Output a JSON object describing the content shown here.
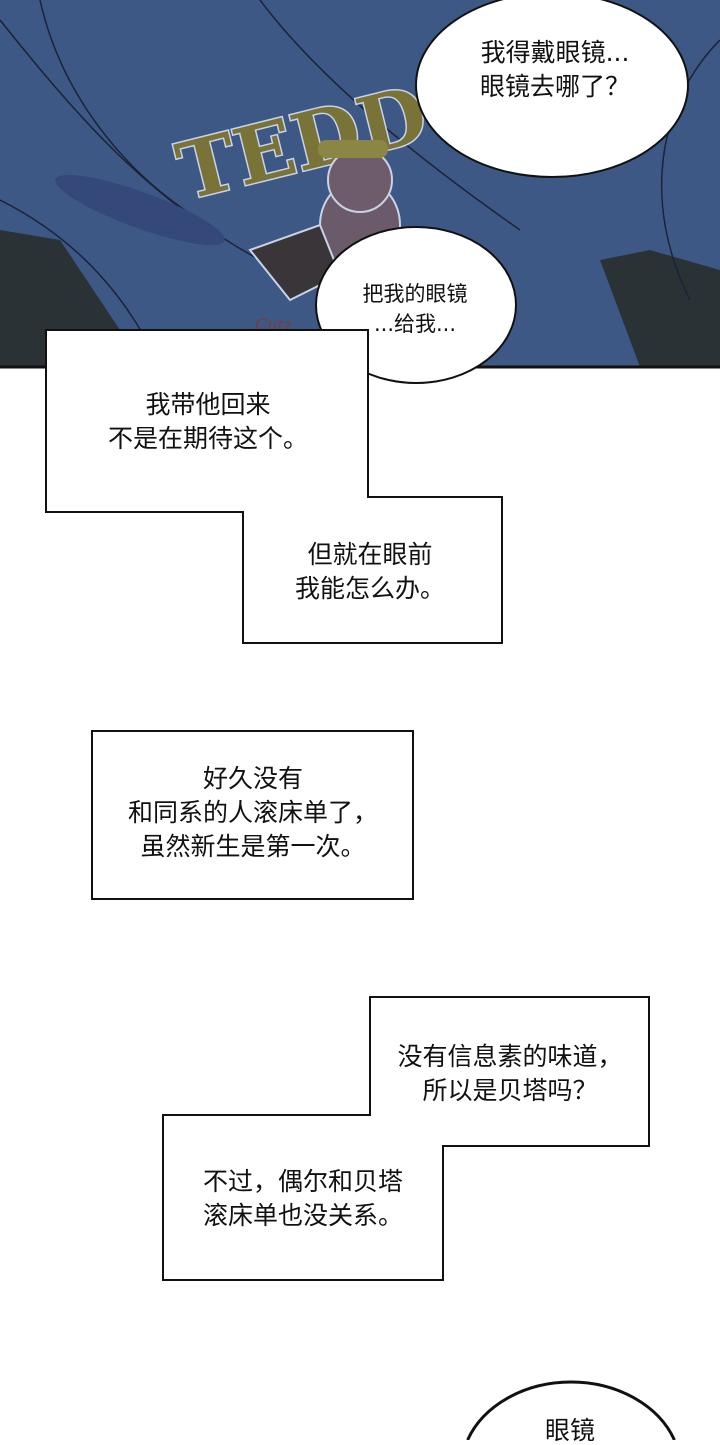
{
  "panel_top": {
    "shirt_lettering": "TEDDY",
    "signature_lettering": "Cutz",
    "bubble_1": {
      "lines": [
        "我得戴眼镜...",
        "眼镜去哪了？"
      ]
    },
    "bubble_2": {
      "lines": [
        "把我的眼镜",
        "...给我..."
      ]
    }
  },
  "narration": [
    {
      "lines": [
        "我带他回来",
        "不是在期待这个。"
      ]
    },
    {
      "lines": [
        "但就在眼前",
        "我能怎么办。"
      ]
    },
    {
      "lines": [
        "好久没有",
        "和同系的人滚床单了，",
        "虽然新生是第一次。"
      ]
    },
    {
      "lines": [
        "没有信息素的味道，",
        "所以是贝塔吗？"
      ]
    },
    {
      "lines": [
        "不过，偶尔和贝塔",
        "滚床单也没关系。"
      ]
    }
  ],
  "bottom_bubble": {
    "lines": [
      "眼镜"
    ]
  },
  "colors": {
    "shirt_blue": "#3e5886",
    "dark_panel": "#2a2f33",
    "teddy_gold": "#7a7338"
  }
}
